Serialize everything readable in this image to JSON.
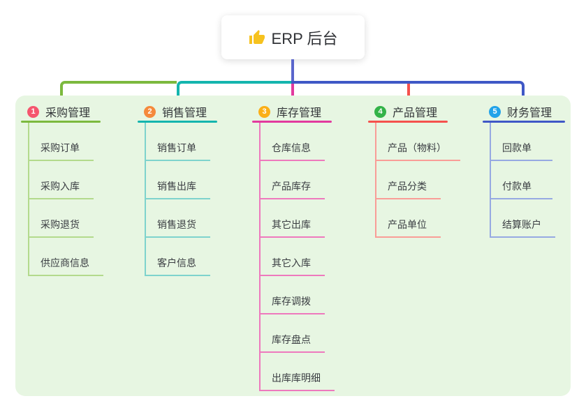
{
  "root": {
    "title": "ERP 后台",
    "icon": "thumbs-up-icon",
    "icon_color": "#f6c21e",
    "line_color": "#5a66cc"
  },
  "panel": {
    "background": "#e7f6e2"
  },
  "branches": [
    {
      "badge": "1",
      "label": "采购管理",
      "badge_color": "#f5566e",
      "line_color": "#7cb93e",
      "child_line_color": "#b3da8c",
      "children": [
        "采购订单",
        "采购入库",
        "采购退货",
        "供应商信息"
      ]
    },
    {
      "badge": "2",
      "label": "销售管理",
      "badge_color": "#f58a3c",
      "line_color": "#14b5ae",
      "child_line_color": "#7ed3cd",
      "children": [
        "销售订单",
        "销售出库",
        "销售退货",
        "客户信息"
      ]
    },
    {
      "badge": "3",
      "label": "库存管理",
      "badge_color": "#fbaf17",
      "line_color": "#e23a9e",
      "child_line_color": "#ee79bd",
      "children": [
        "仓库信息",
        "产品库存",
        "其它出库",
        "其它入库",
        "库存调拨",
        "库存盘点",
        "出库库明细"
      ]
    },
    {
      "badge": "4",
      "label": "产品管理",
      "badge_color": "#33b348",
      "line_color": "#f5514d",
      "child_line_color": "#f99d97",
      "children": [
        "产品（物料）",
        "产品分类",
        "产品单位"
      ]
    },
    {
      "badge": "5",
      "label": "财务管理",
      "badge_color": "#22a3e9",
      "line_color": "#3f58c6",
      "child_line_color": "#96a9e2",
      "children": [
        "回款单",
        "付款单",
        "结算账户"
      ]
    }
  ]
}
